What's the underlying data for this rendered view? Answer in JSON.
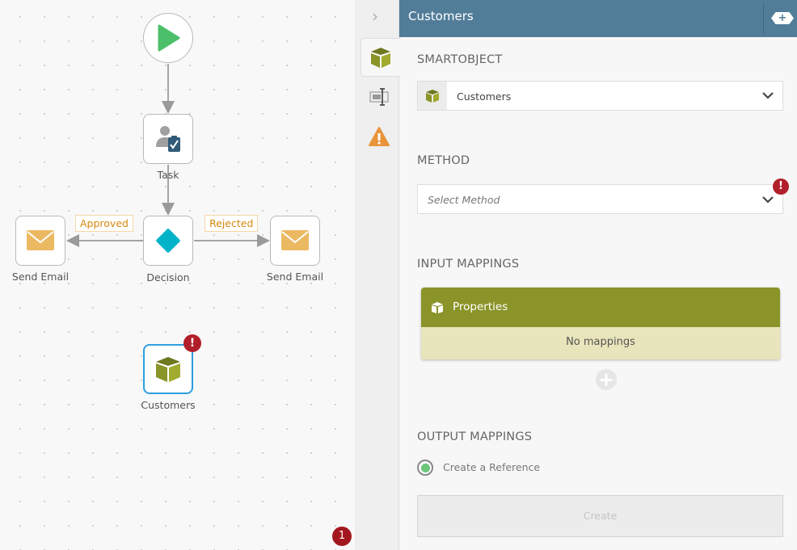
{
  "canvas": {
    "nodes": {
      "task": "Task",
      "decision": "Decision",
      "send_email_left": "Send Email",
      "send_email_right": "Send Email",
      "customers": "Customers"
    },
    "edge_labels": {
      "approved": "Approved",
      "rejected": "Rejected"
    },
    "notification_count": "1"
  },
  "panel": {
    "title": "Customers",
    "smartobject": {
      "label": "SMARTOBJECT",
      "value": "Customers"
    },
    "method": {
      "label": "METHOD",
      "placeholder": "Select Method"
    },
    "input_mappings": {
      "label": "INPUT MAPPINGS",
      "group": "Properties",
      "empty": "No mappings"
    },
    "output_mappings": {
      "label": "OUTPUT MAPPINGS",
      "option": "Create a Reference",
      "button": "Create"
    }
  },
  "colors": {
    "header": "#527d99",
    "smartobject": "#8a9428",
    "error": "#b11f2b",
    "decision": "#00b3c9",
    "email": "#ecb963"
  }
}
